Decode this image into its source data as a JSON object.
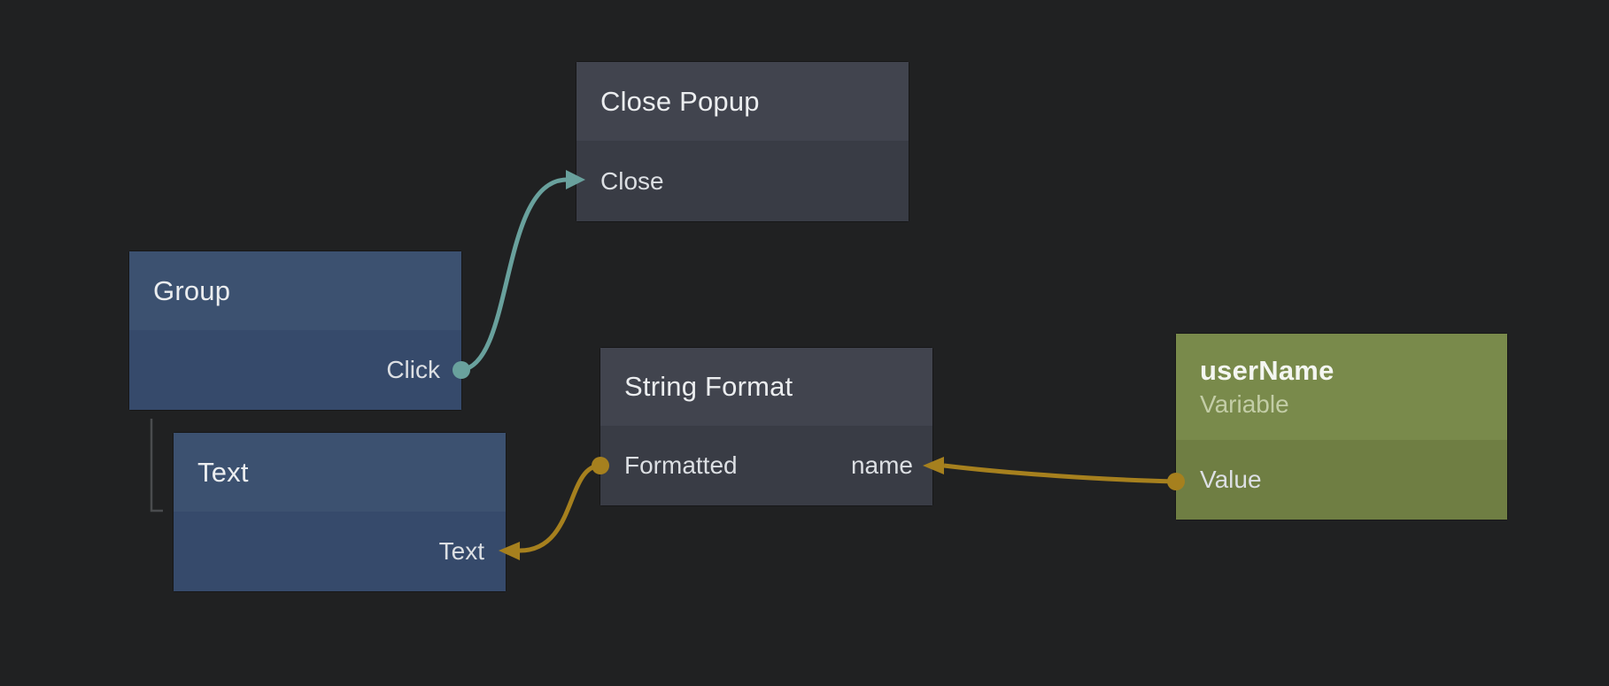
{
  "canvas": {
    "background_color": "#202122",
    "kind": "node-graph-editor"
  },
  "colors": {
    "signal_connection": "#69a19d",
    "data_connection": "#a6801e",
    "blue_node_header": "#3c5170",
    "blue_node_body": "#364a6b",
    "gray_node_header": "#41444e",
    "gray_node_body": "#393c45",
    "olive_node_header": "#798a4b",
    "olive_node_body": "#6f7e43",
    "hierarchy_line": "#4a4c4e"
  },
  "nodes": [
    {
      "id": "close-popup",
      "title": "Close Popup",
      "color": "gray",
      "ports": [
        {
          "label": "Close",
          "direction": "input",
          "side": "left"
        }
      ]
    },
    {
      "id": "group",
      "title": "Group",
      "color": "blue",
      "ports": [
        {
          "label": "Click",
          "direction": "output",
          "side": "right"
        }
      ]
    },
    {
      "id": "text",
      "title": "Text",
      "color": "blue",
      "ports": [
        {
          "label": "Text",
          "direction": "input",
          "side": "right"
        }
      ]
    },
    {
      "id": "string-format",
      "title": "String Format",
      "color": "gray",
      "ports": [
        {
          "label": "Formatted",
          "direction": "output",
          "side": "left"
        },
        {
          "label": "name",
          "direction": "input",
          "side": "right"
        }
      ]
    },
    {
      "id": "username",
      "title": "userName",
      "subtitle": "Variable",
      "color": "olive",
      "ports": [
        {
          "label": "Value",
          "direction": "output",
          "side": "left"
        }
      ]
    }
  ],
  "connections": [
    {
      "from": "Group.Click",
      "to": "Close Popup.Close",
      "color": "#69a19d",
      "style": "dot-to-arrow"
    },
    {
      "from": "String Format.Formatted",
      "to": "Text.Text",
      "color": "#a6801e",
      "style": "dot-to-arrow"
    },
    {
      "from": "userName.Value",
      "to": "String Format.name",
      "color": "#a6801e",
      "style": "dot-to-arrow"
    }
  ],
  "hierarchy": [
    {
      "parent": "Group",
      "child": "Text"
    }
  ]
}
